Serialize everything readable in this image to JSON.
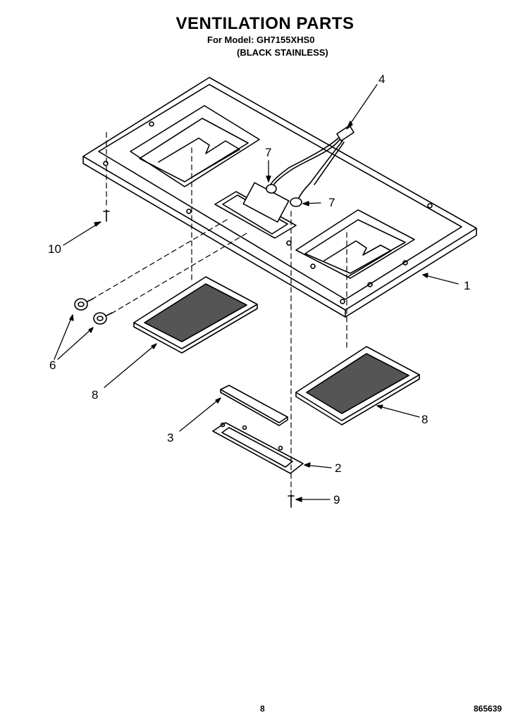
{
  "header": {
    "title": "VENTILATION PARTS",
    "model_line": "For Model: GH7155XHS0",
    "variant_line": "(BLACK STAINLESS)"
  },
  "callouts": {
    "c1": "1",
    "c2": "2",
    "c3": "3",
    "c4": "4",
    "c6": "6",
    "c7a": "7",
    "c7b": "7",
    "c8a": "8",
    "c8b": "8",
    "c9": "9",
    "c10": "10"
  },
  "footer": {
    "page_number": "8",
    "document_number": "865639"
  }
}
